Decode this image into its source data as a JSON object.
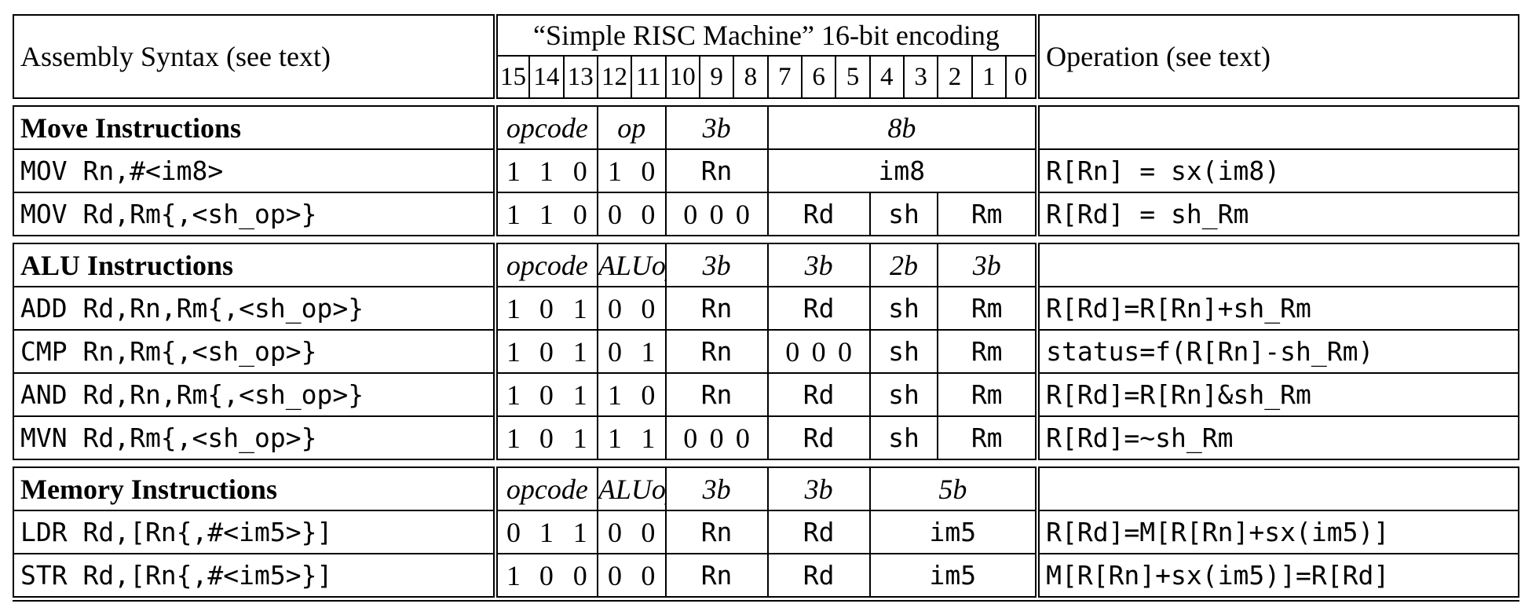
{
  "header": {
    "asm": "Assembly Syntax (see text)",
    "encoding": "“Simple RISC Machine” 16-bit encoding",
    "op": "Operation (see text)",
    "bits": [
      "15",
      "14",
      "13",
      "12",
      "11",
      "10",
      "9",
      "8",
      "7",
      "6",
      "5",
      "4",
      "3",
      "2",
      "1",
      "0"
    ]
  },
  "move": {
    "title": "Move Instructions",
    "fields": {
      "opcode": "opcode",
      "op": "op",
      "b3": "3b",
      "b8": "8b"
    },
    "rows": [
      {
        "asm": "MOV Rn,#<im8>",
        "opc": [
          "1",
          "1",
          "0"
        ],
        "op2": [
          "1",
          "0"
        ],
        "f1": "Rn",
        "f2": "im8",
        "operation": "R[Rn] = sx(im8)"
      },
      {
        "asm": "MOV Rd,Rm{,<sh_op>}",
        "opc": [
          "1",
          "1",
          "0"
        ],
        "op2": [
          "0",
          "0"
        ],
        "z": [
          "0",
          "0",
          "0"
        ],
        "rd": "Rd",
        "sh": "sh",
        "rm": "Rm",
        "operation": "R[Rd] = sh_Rm"
      }
    ]
  },
  "alu": {
    "title": "ALU Instructions",
    "fields": {
      "opcode": "opcode",
      "aluop": "ALUop",
      "b3a": "3b",
      "b3b": "3b",
      "b2": "2b",
      "b3c": "3b"
    },
    "rows": [
      {
        "asm": "ADD Rd,Rn,Rm{,<sh_op>}",
        "opc": [
          "1",
          "0",
          "1"
        ],
        "op2": [
          "0",
          "0"
        ],
        "rn": "Rn",
        "rd": "Rd",
        "sh": "sh",
        "rm": "Rm",
        "operation": "R[Rd]=R[Rn]+sh_Rm"
      },
      {
        "asm": "CMP Rn,Rm{,<sh_op>}",
        "opc": [
          "1",
          "0",
          "1"
        ],
        "op2": [
          "0",
          "1"
        ],
        "rn": "Rn",
        "z": [
          "0",
          "0",
          "0"
        ],
        "sh": "sh",
        "rm": "Rm",
        "operation": "status=f(R[Rn]-sh_Rm)"
      },
      {
        "asm": "AND Rd,Rn,Rm{,<sh_op>}",
        "opc": [
          "1",
          "0",
          "1"
        ],
        "op2": [
          "1",
          "0"
        ],
        "rn": "Rn",
        "rd": "Rd",
        "sh": "sh",
        "rm": "Rm",
        "operation": "R[Rd]=R[Rn]&sh_Rm"
      },
      {
        "asm": "MVN Rd,Rm{,<sh_op>}",
        "opc": [
          "1",
          "0",
          "1"
        ],
        "op2": [
          "1",
          "1"
        ],
        "z": [
          "0",
          "0",
          "0"
        ],
        "rd": "Rd",
        "sh": "sh",
        "rm": "Rm",
        "operation": "R[Rd]=~sh_Rm"
      }
    ]
  },
  "mem": {
    "title": "Memory Instructions",
    "fields": {
      "opcode": "opcode",
      "aluop": "ALUop",
      "b3a": "3b",
      "b3b": "3b",
      "b5": "5b"
    },
    "rows": [
      {
        "asm": "LDR Rd,[Rn{,#<im5>}]",
        "opc": [
          "0",
          "1",
          "1"
        ],
        "op2": [
          "0",
          "0"
        ],
        "rn": "Rn",
        "rd": "Rd",
        "im": "im5",
        "operation": "R[Rd]=M[R[Rn]+sx(im5)]"
      },
      {
        "asm": "STR Rd,[Rn{,#<im5>}]",
        "opc": [
          "1",
          "0",
          "0"
        ],
        "op2": [
          "0",
          "0"
        ],
        "rn": "Rn",
        "rd": "Rd",
        "im": "im5",
        "operation": "M[R[Rn]+sx(im5)]=R[Rd]"
      }
    ]
  }
}
